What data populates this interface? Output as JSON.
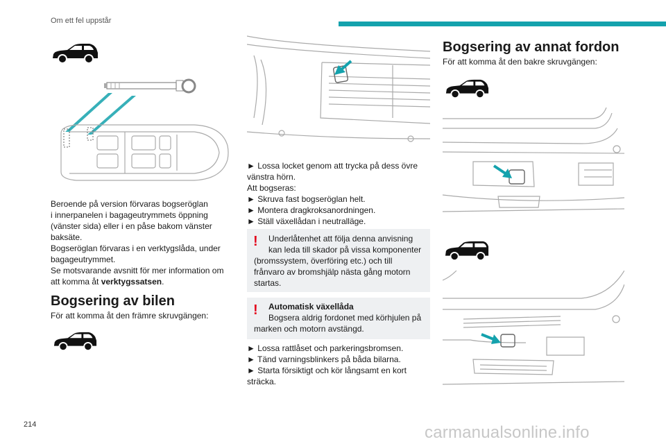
{
  "header": {
    "section_title": "Om ett fel uppstår",
    "accent_color": "#14a2ad"
  },
  "footer": {
    "page_number": "214",
    "watermark": "carmanualsonline.info"
  },
  "col1": {
    "storage_paragraph": [
      "Beroende på version förvaras bogseröglan",
      "i innerpanelen i bagageutrymmets öppning",
      "(vänster sida) eller i en påse bakom vänster",
      "baksäte.",
      "Bogseröglan förvaras i en verktygslåda, under",
      "bagageutrymmet.",
      "Se motsvarande avsnitt för mer information om"
    ],
    "storage_last_prefix": "att komma åt ",
    "storage_last_bold": "verktygssatsen",
    "storage_last_suffix": ".",
    "heading": "Bogsering av bilen",
    "intro": "För att komma åt den främre skruvgängen:"
  },
  "col2": {
    "steps_a": [
      "► Lossa locket genom att trycka på dess övre",
      "vänstra hörn.",
      "Att bogseras:",
      "► Skruva fast bogseröglan helt.",
      "► Montera dragkroksanordningen.",
      "► Ställ växellådan i neutralläge."
    ],
    "warning1": [
      "Underlåtenhet att följa denna anvisning",
      "kan leda till skador på vissa komponenter",
      "(bromssystem, överföring etc.) och till",
      "frånvaro av bromshjälp nästa gång motorn",
      "startas."
    ],
    "warning2_title": "Automatisk växellåda",
    "warning2": [
      "Bogsera aldrig fordonet med körhjulen på",
      "marken och motorn avstängd."
    ],
    "steps_b": [
      "► Lossa rattlåset och parkeringsbromsen.",
      "► Tänd varningsblinkers på båda bilarna.",
      "► Starta försiktigt och kör långsamt en kort",
      "sträcka."
    ],
    "warning_symbol": "!"
  },
  "col3": {
    "heading": "Bogsering av annat fordon",
    "intro": "För att komma åt den bakre skruvgängen:"
  },
  "icons": {
    "car": "car-silhouette-icon",
    "arrow": "pointer-arrow-icon",
    "warning": "warning-exclamation-icon"
  }
}
